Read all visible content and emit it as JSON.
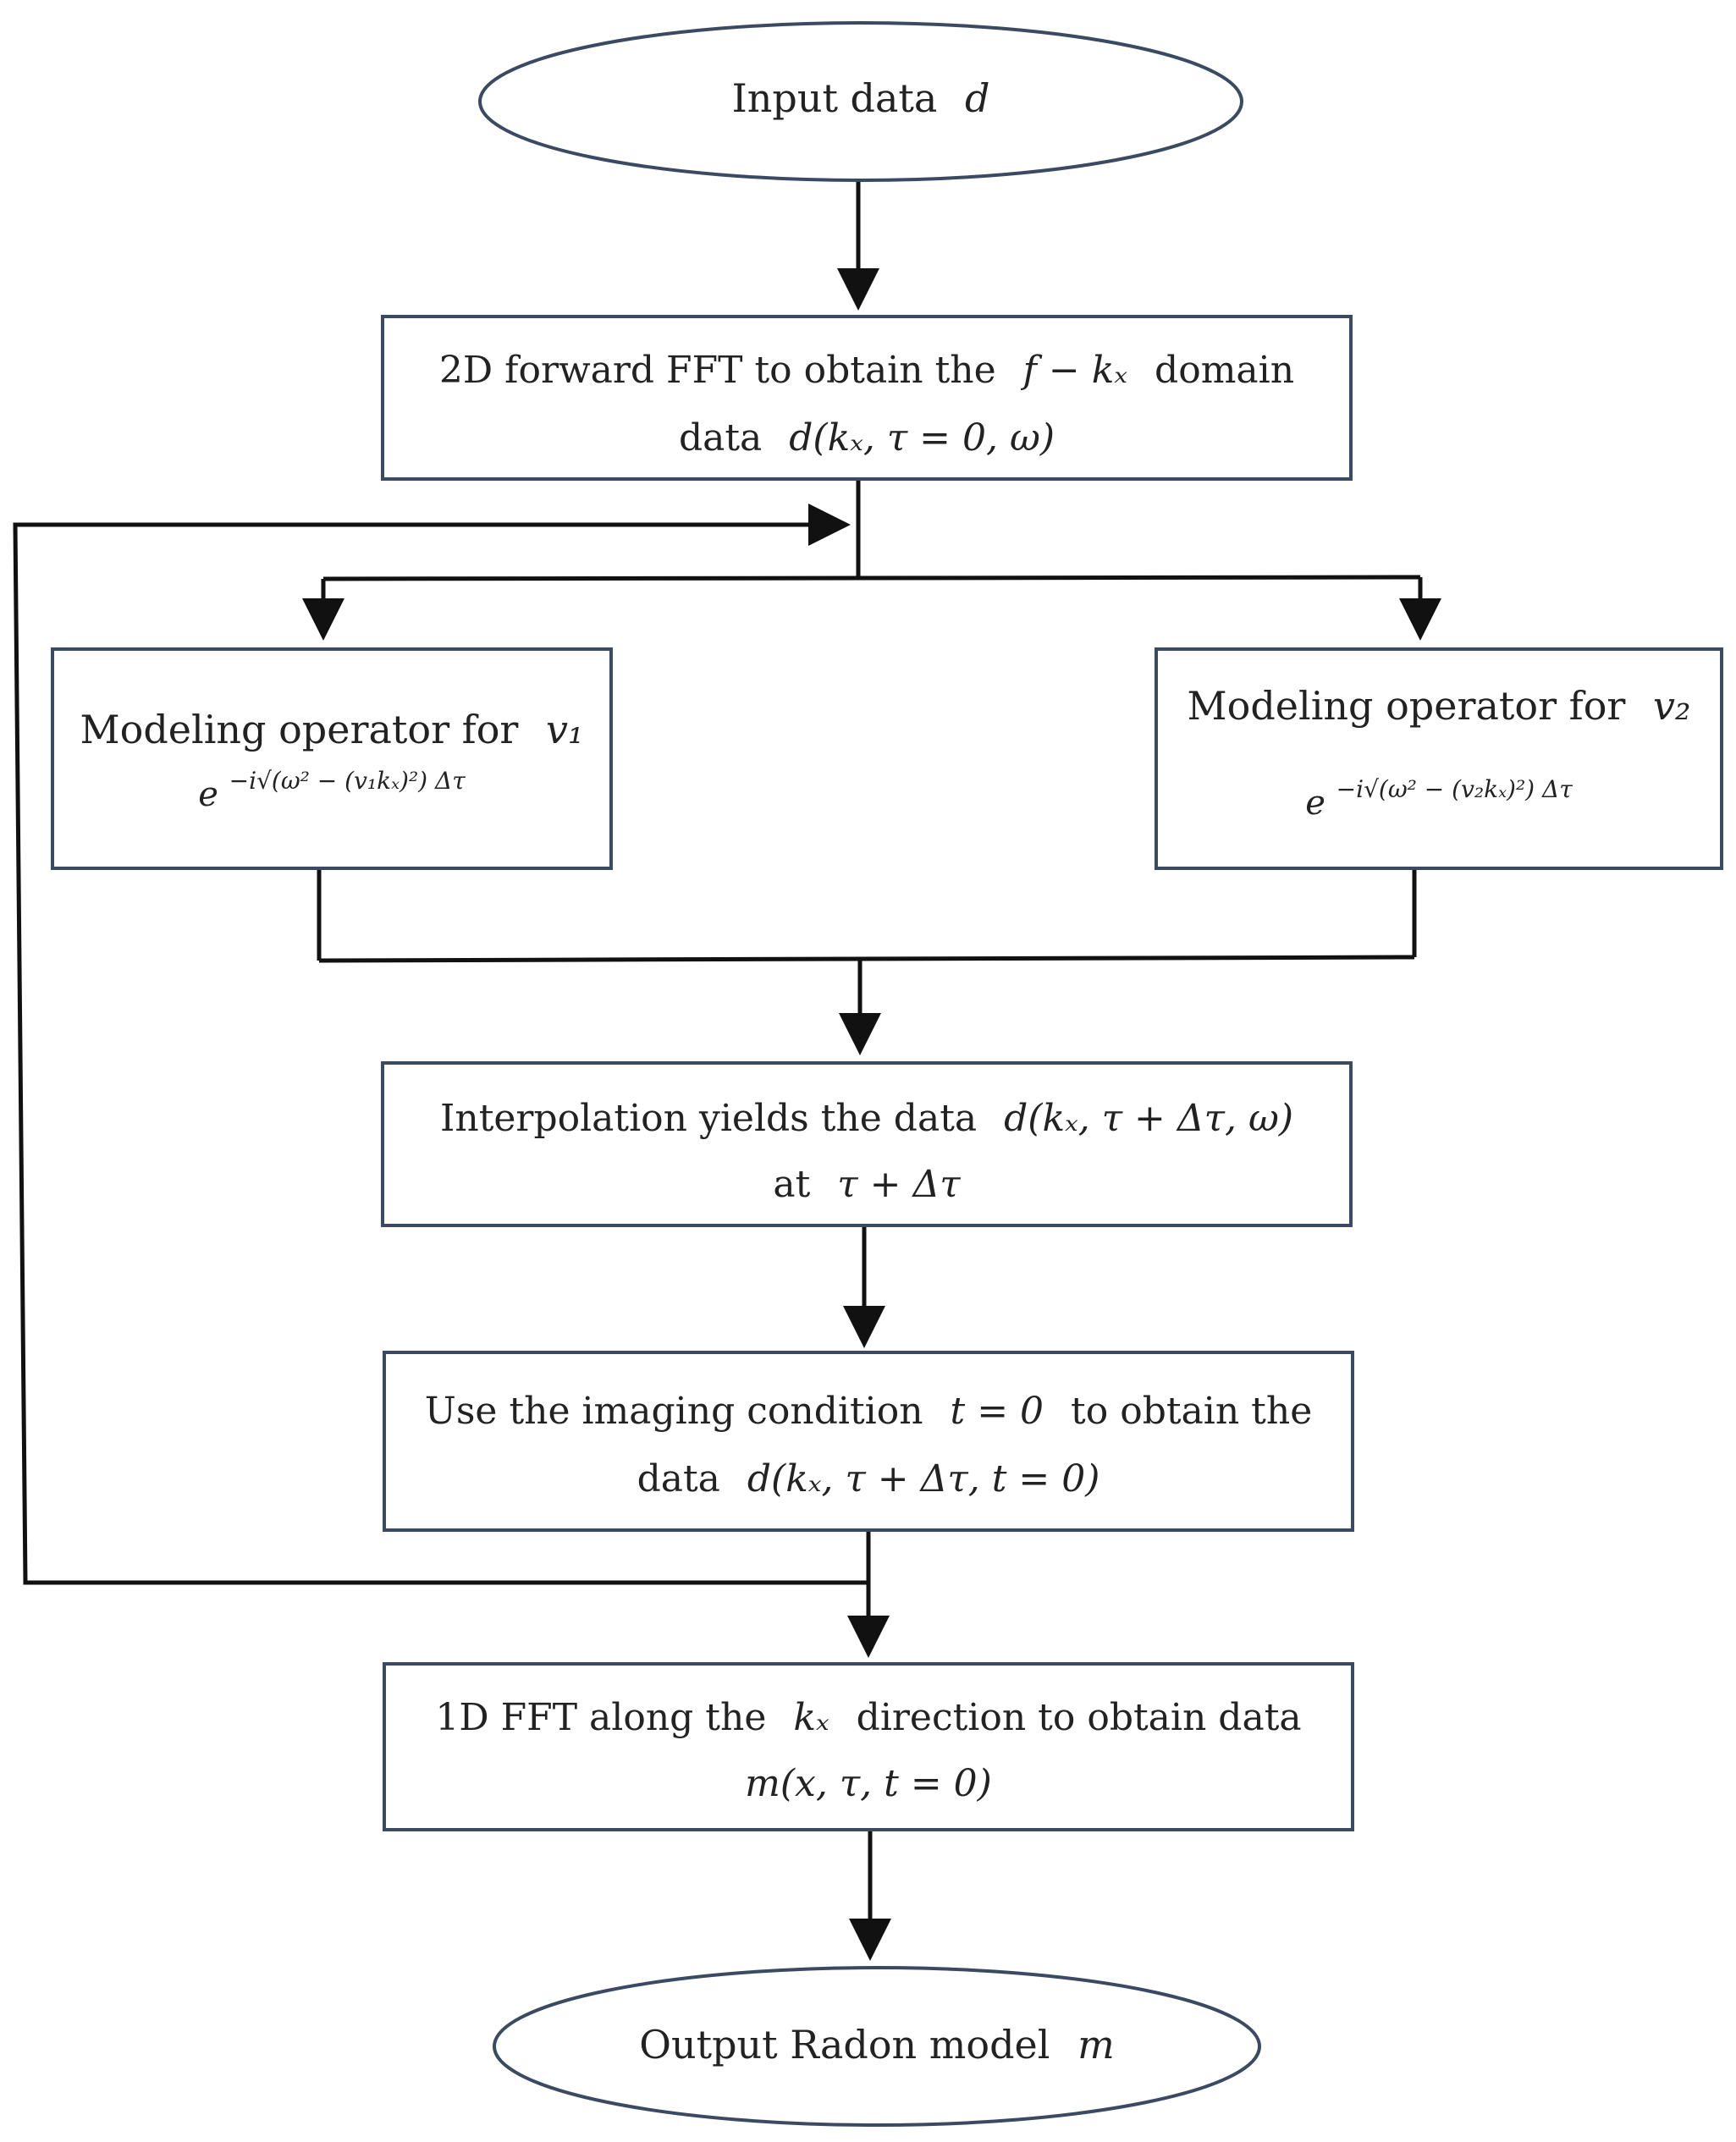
{
  "diagram": {
    "nodes": {
      "input": {
        "label": "Input data",
        "symbol": "d"
      },
      "fft2d": {
        "line1_text": "2D forward FFT to obtain the",
        "line1_math": "f − kₓ",
        "line1_tail": "domain",
        "line2_text": "data",
        "line2_math": "d(kₓ, τ = 0, ω)"
      },
      "op1": {
        "label": "Modeling operator for",
        "symbol": "v₁",
        "formula_base": "e",
        "formula_exp": "−i√(ω² − (v₁kₓ)²) Δτ"
      },
      "op2": {
        "label": "Modeling operator for",
        "symbol": "v₂",
        "formula_base": "e",
        "formula_exp": "−i√(ω² − (v₂kₓ)²) Δτ"
      },
      "interp": {
        "line1_text": "Interpolation yields the data",
        "line1_math": "d(kₓ, τ + Δτ, ω)",
        "line2_text": "at",
        "line2_math": "τ + Δτ"
      },
      "imaging": {
        "line1_text": "Use the imaging condition",
        "line1_math": "t = 0",
        "line1_tail": "to obtain the",
        "line2_text": "data",
        "line2_math": "d(kₓ, τ + Δτ, t = 0)"
      },
      "fft1d": {
        "line1_text": "1D FFT along the",
        "line1_math": "kₓ",
        "line1_tail": "direction to obtain data",
        "line2_math": "m(x, τ, t = 0)"
      },
      "output": {
        "label": "Output Radon model",
        "symbol": "m"
      }
    }
  }
}
